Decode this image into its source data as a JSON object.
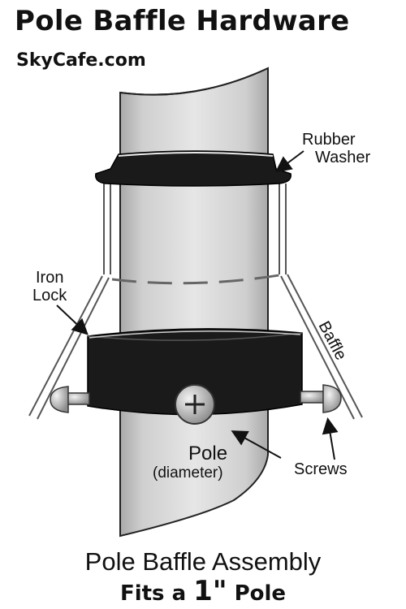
{
  "header": {
    "title": "Pole Baffle Hardware",
    "site": "SkyCafe.com"
  },
  "labels": {
    "rubber_washer_line1": "Rubber",
    "rubber_washer_line2": "Washer",
    "iron_lock_line1": "Iron",
    "iron_lock_line2": "Lock",
    "baffle": "Baffle",
    "pole": "Pole",
    "pole_sub": "(diameter)",
    "screws": "Screws"
  },
  "footer": {
    "caption": "Pole Baffle Assembly",
    "fits_prefix": "Fits a ",
    "fits_size": "1\"",
    "fits_suffix": " Pole"
  },
  "colors": {
    "pole": "#d9d9d9",
    "band": "#1a1a1a",
    "screw": "#b8b8b8"
  }
}
